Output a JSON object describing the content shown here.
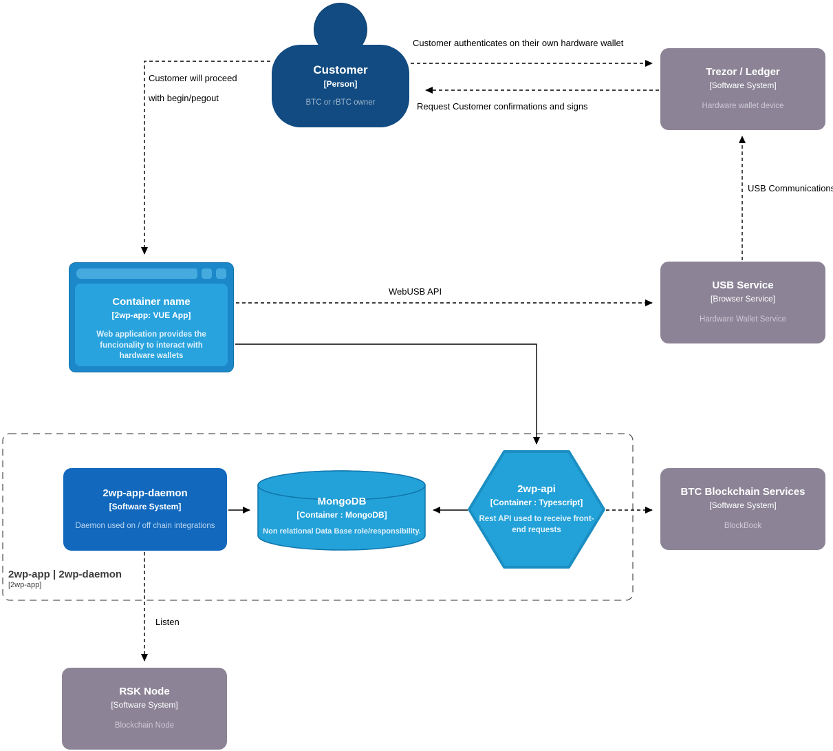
{
  "nodes": {
    "customer": {
      "title": "Customer",
      "subtitle": "[Person]",
      "description": "BTC or rBTC owner"
    },
    "trezor": {
      "title": "Trezor / Ledger",
      "subtitle": "[Software System]",
      "description": "Hardware wallet device"
    },
    "webapp": {
      "title": "Container name",
      "subtitle": "[2wp-app: VUE App]",
      "description": "Web application provides the funcionality to interact with hardware wallets"
    },
    "usb_service": {
      "title": "USB Service",
      "subtitle": "[Browser Service]",
      "description": "Hardware Wallet Service"
    },
    "daemon": {
      "title": "2wp-app-daemon",
      "subtitle": "[Software System]",
      "description": "Daemon used on / off chain integrations"
    },
    "mongodb": {
      "title": "MongoDB",
      "subtitle": "[Container : MongoDB]",
      "description": "Non relational Data Base role/responsibility."
    },
    "api": {
      "title": "2wp-api",
      "subtitle": "[Container : Typescript]",
      "description": "Rest API used to receive front-end requests"
    },
    "btc": {
      "title": "BTC Blockchain Services",
      "subtitle": "[Software System]",
      "description": "BlockBook"
    },
    "rsk": {
      "title": "RSK Node",
      "subtitle": "[Software System]",
      "description": "Blockchain Node"
    }
  },
  "boundary": {
    "title": "2wp-app | 2wp-daemon",
    "subtitle": "[2wp-app]"
  },
  "edges": {
    "authenticate": "Customer authenticates on their own hardware wallet",
    "request_signs": "Request Customer confirmations and signs",
    "proceed_line1": "Customer will proceed",
    "proceed_line2": "with begin/pegout",
    "usb_comm": "USB Communications",
    "webusb": "WebUSB API",
    "listen": "Listen"
  },
  "colors": {
    "person": "#114b81",
    "external_system": "#8c8496",
    "container_blue": "#23a2d9",
    "daemon_blue": "#1168bd",
    "browser_frame": "#1c87c9",
    "edge": "#000000",
    "boundary": "#595959"
  }
}
